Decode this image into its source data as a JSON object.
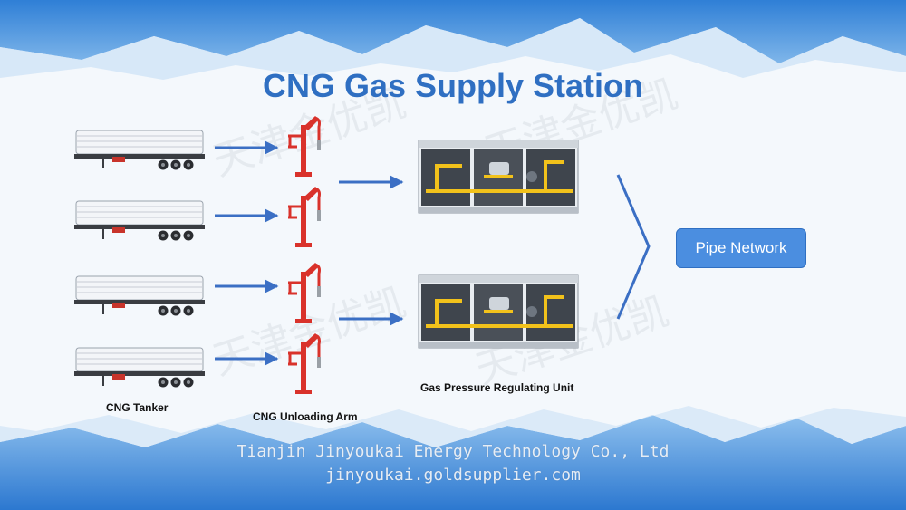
{
  "title": "CNG Gas Supply Station",
  "labels": {
    "tanker": "CNG Tanker",
    "unloading_arm": "CNG Unloading Arm",
    "regulating_unit": "Gas Pressure Regulating Unit",
    "pipe_network": "Pipe Network"
  },
  "footer": {
    "company": "Tianjin Jinyoukai Energy Technology Co., Ltd",
    "website": "jinyoukai.goldsupplier.com"
  },
  "watermark": "天津金优凯",
  "colors": {
    "title": "#2f6fc2",
    "arrow": "#3b6fc4",
    "pipe_network_box": "#4b8ee0",
    "arm_red": "#d9322b",
    "pipe_yellow": "#f2c21b"
  },
  "icons": {
    "tanker": "tube-trailer-icon",
    "arm": "unloading-arm-icon",
    "unit": "regulating-skid-icon",
    "merge": "chevron-right-icon"
  }
}
